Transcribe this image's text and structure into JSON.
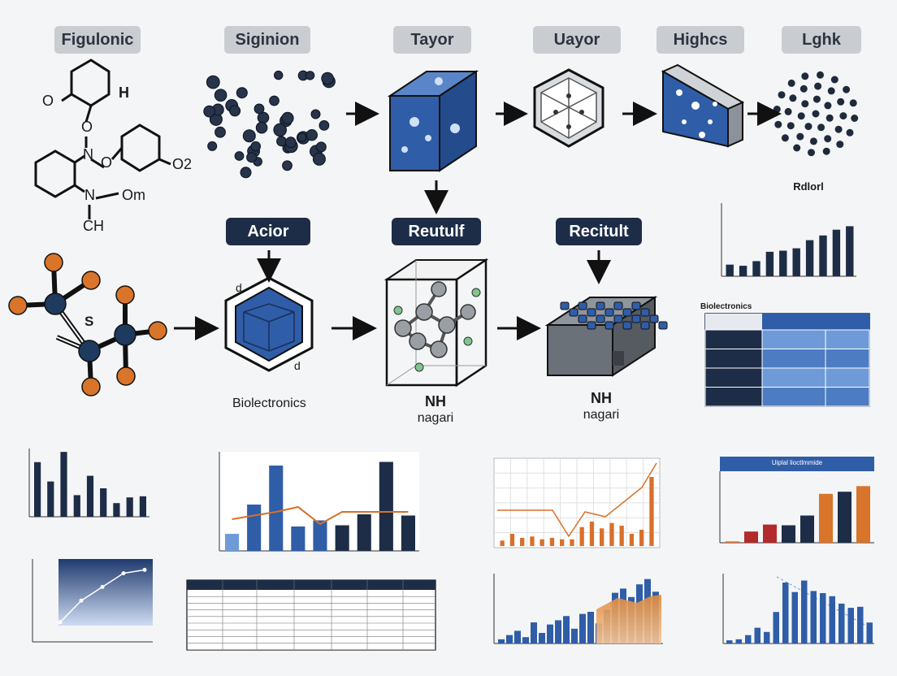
{
  "stage_labels": [
    "Figulonic",
    "Siginion",
    "Tayor",
    "Uayor",
    "Highcs",
    "Lghk"
  ],
  "step_labels": [
    "Acior",
    "Reutulf",
    "Recitult"
  ],
  "molecule_text": {
    "h_top": "H",
    "o_left": "O",
    "o_mid": "O",
    "n_1": "N",
    "o_3": "O",
    "o2": "O2",
    "n_2": "N",
    "om": "Om",
    "ch": "CH",
    "s": "S",
    "d1": "d",
    "d2": "d"
  },
  "crystal_label": "Biolectronics",
  "center_lines": [
    "NH",
    "nagari"
  ],
  "chip_lines": [
    "NH",
    "nagari"
  ],
  "colors": {
    "navy": "#1d2d47",
    "blue": "#2f5da8",
    "light_blue": "#6e9bd8",
    "orange": "#d8702a",
    "grey_pill": "#c9cdd2",
    "atom_orange": "#d9742b",
    "atom_navy": "#1f3a5f",
    "atom_green": "#7fc58f"
  },
  "chart_data": [
    {
      "type": "bar",
      "id": "top-right-bar",
      "title": "Rdlorl",
      "values": [
        1.0,
        0.9,
        1.3,
        2.1,
        2.2,
        2.4,
        3.1,
        3.5,
        4.0,
        4.3
      ],
      "ylim": [
        0,
        6
      ]
    },
    {
      "type": "table",
      "id": "mid-right-table",
      "title": "Biolectronics",
      "rows": 5
    },
    {
      "type": "bar",
      "id": "bottom-left-bar",
      "values": [
        4.8,
        3.1,
        5.7,
        1.9,
        3.6,
        2.5,
        1.2,
        1.7,
        1.8
      ],
      "ylim": [
        0,
        6
      ]
    },
    {
      "type": "bar",
      "id": "bottom-center-combo",
      "values": [
        1.4,
        3.8,
        7.0,
        2.0,
        2.5,
        2.1,
        3.0,
        7.3,
        2.9
      ],
      "line": [
        2.6,
        2.9,
        3.2,
        3.6,
        2.2,
        3.2,
        3.2,
        3.2,
        3.2
      ],
      "ylim": [
        0,
        8
      ]
    },
    {
      "type": "bar",
      "id": "bottom-mid-right-orange",
      "values": [
        0.4,
        0.9,
        0.6,
        0.7,
        0.5,
        0.6,
        0.5,
        0.5,
        1.4,
        1.8,
        1.3,
        1.7,
        1.5,
        0.9,
        1.2,
        5.1
      ],
      "ylim": [
        0,
        6
      ]
    },
    {
      "type": "bar",
      "id": "bottom-right-bar",
      "title": "Uiplal lioctlmmide",
      "values": [
        0.2,
        1.6,
        2.6,
        2.5,
        3.9,
        7.0,
        7.3,
        8.1
      ],
      "ylim": [
        0,
        10
      ]
    },
    {
      "type": "area",
      "id": "bottom-left-area",
      "values": [
        0.3,
        2.2,
        3.4,
        4.6,
        4.9
      ]
    },
    {
      "type": "table",
      "id": "bottom-center-table",
      "rows": 10
    },
    {
      "type": "area",
      "id": "bottom-mid-right-area",
      "values": [
        0.4,
        0.8,
        1.2,
        0.6,
        2.0,
        1.0,
        1.8,
        2.2,
        2.6,
        1.4,
        2.8,
        3.0,
        1.9,
        3.2,
        4.8,
        5.2,
        4.4,
        5.6,
        6.1,
        4.9
      ]
    },
    {
      "type": "bar",
      "id": "bottom-right-trend",
      "values": [
        0.3,
        0.4,
        0.8,
        1.5,
        1.1,
        3.0,
        5.8,
        4.9,
        6.0,
        5.0,
        4.8,
        4.5,
        3.8,
        3.4,
        3.5,
        2.0
      ]
    }
  ]
}
